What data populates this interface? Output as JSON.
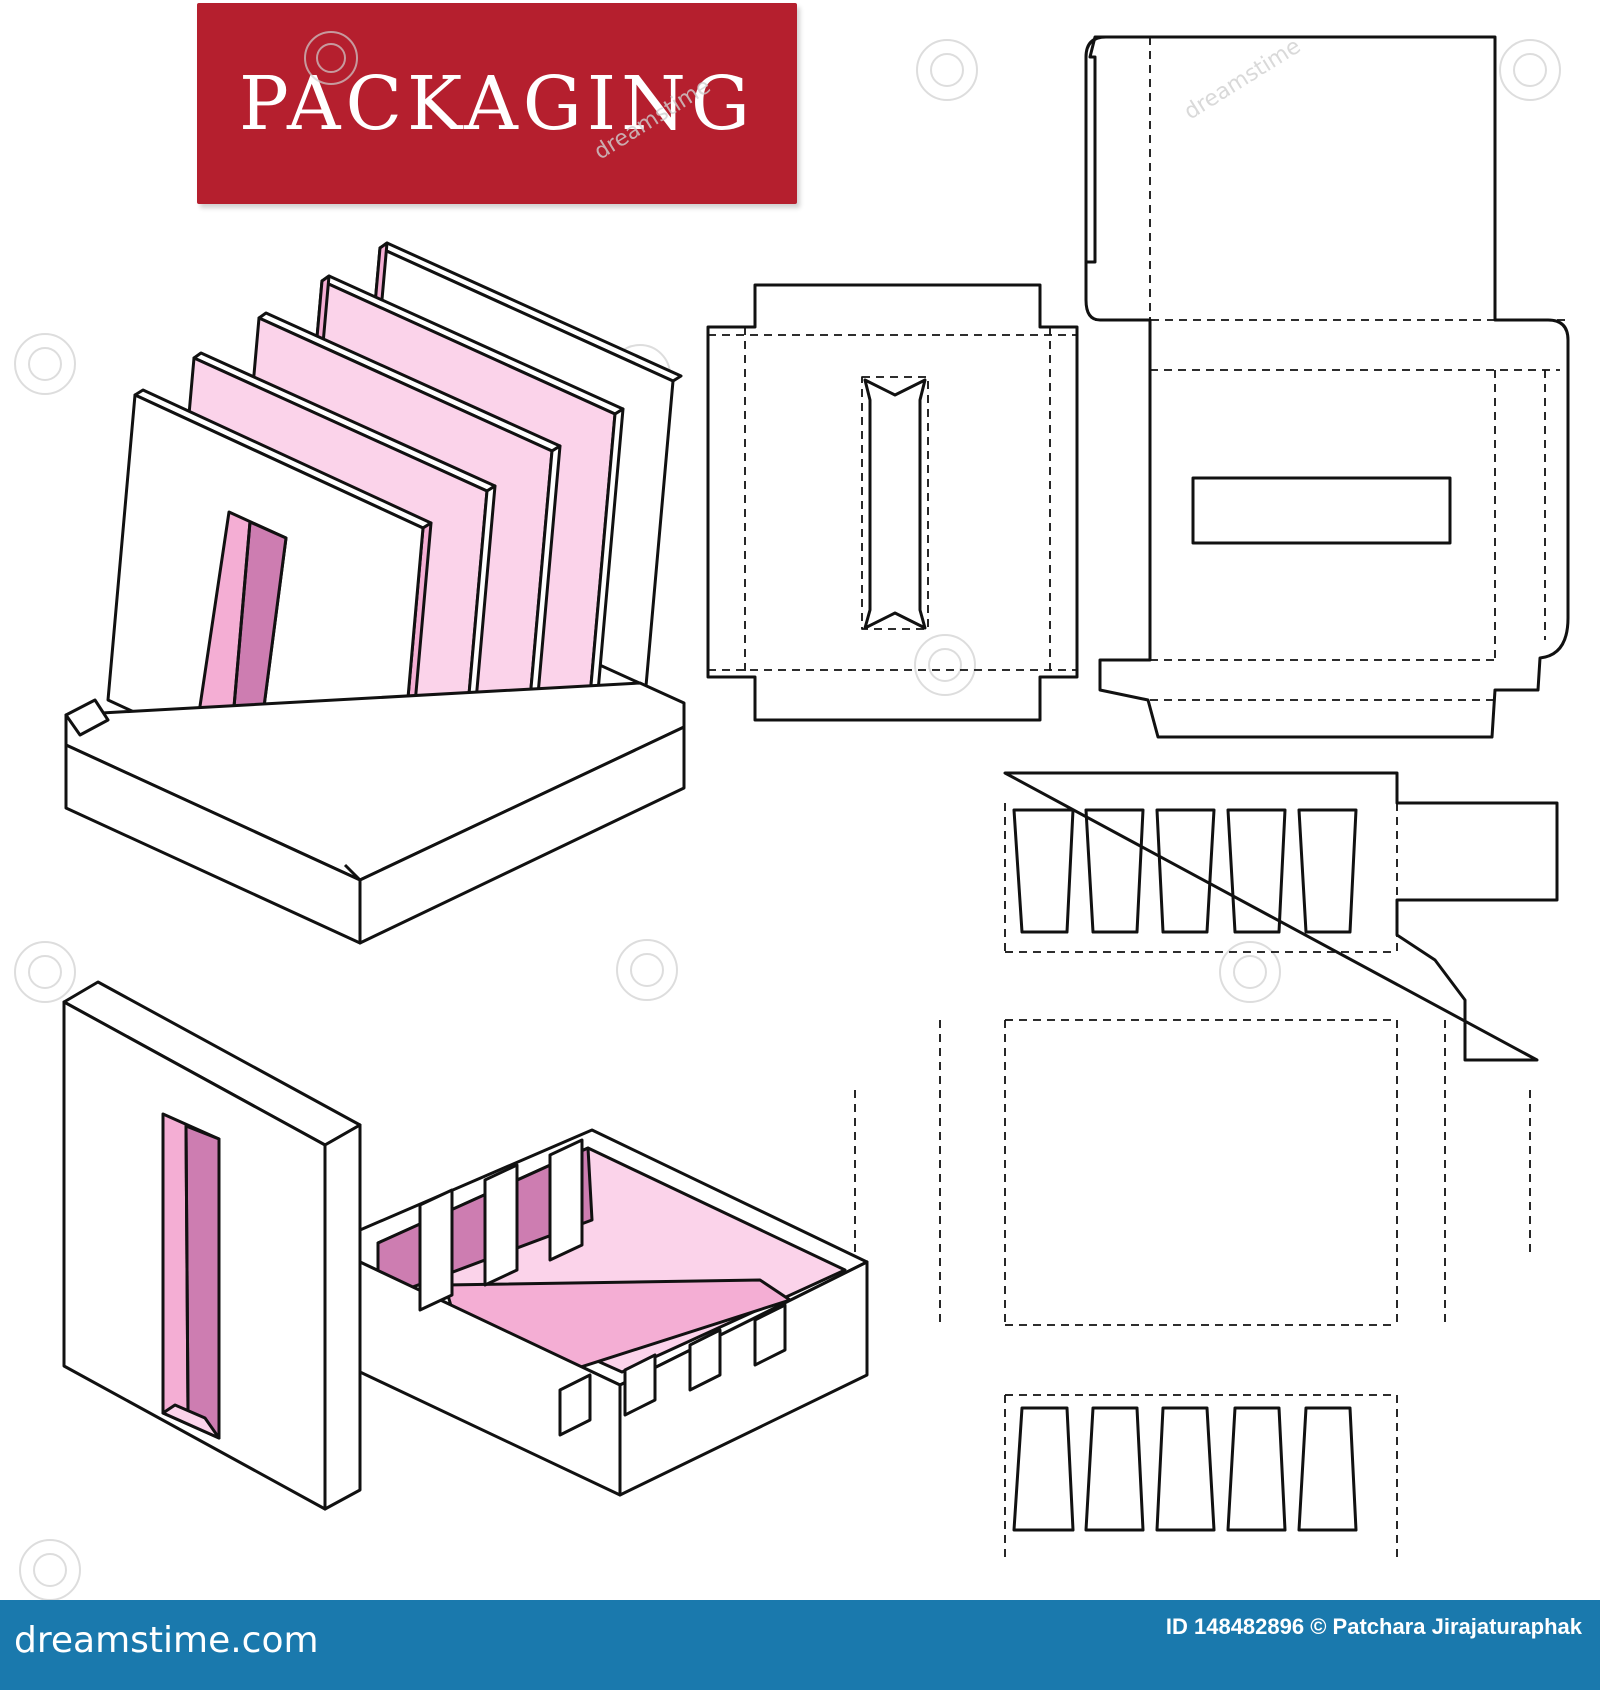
{
  "banner": {
    "title": "PACKAGING",
    "color": "#b51f2e"
  },
  "footer": {
    "brand": "dreamstime.com",
    "credit": "ID 148482896 © Patchara Jirajaturaphak",
    "color": "#1a79ad"
  },
  "watermark": {
    "text": "dreamstime"
  },
  "colors": {
    "outline": "#111111",
    "pink_light": "#fbd3ea",
    "pink_medium": "#f4aed4",
    "pink_dark": "#cd7db1"
  }
}
